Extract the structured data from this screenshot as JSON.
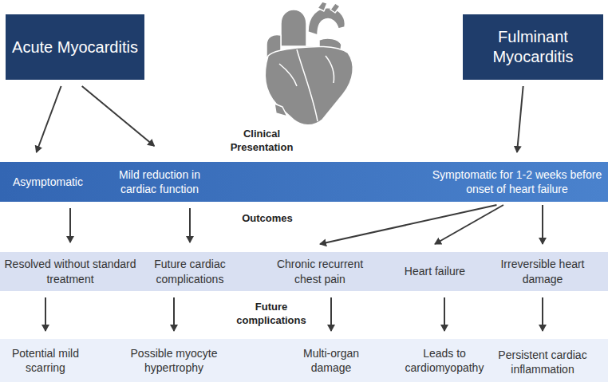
{
  "diagram": {
    "nodes": [
      {
        "text": [
          "Acute Myocarditis"
        ]
      },
      {
        "text": [
          "Fulminant Myocarditis"
        ]
      },
      {
        "text": [
          "Asymptomatic"
        ]
      },
      {
        "text": [
          "Mild reduction in cardiac function"
        ]
      },
      {
        "text": [
          "Symptomatic for 1-2 weeks before onset of heart failure"
        ]
      },
      {
        "text": [
          "Resolved without standard treatment"
        ]
      },
      {
        "text": [
          "Future cardiac complications"
        ]
      },
      {
        "text": [
          "Chronic recurrent chest pain"
        ]
      },
      {
        "text": [
          "Heart failure"
        ]
      },
      {
        "text": [
          "Irreversible heart damage"
        ]
      },
      {
        "text": [
          "Potential mild scarring"
        ]
      },
      {
        "text": [
          "Possible myocyte hypertrophy"
        ]
      },
      {
        "text": [
          "Multi-organ damage"
        ]
      },
      {
        "text": [
          "Leads to cardiomyopathy"
        ]
      },
      {
        "text": [
          "Persistent cardiac inflammation"
        ]
      }
    ],
    "edges": [
      {
        "from": 0,
        "to": 2,
        "arrow": "to"
      },
      {
        "from": 0,
        "to": 3,
        "arrow": "to"
      },
      {
        "from": 1,
        "to": 4,
        "arrow": "to"
      },
      {
        "from": 2,
        "to": 5,
        "arrow": "to"
      },
      {
        "from": 3,
        "to": 6,
        "arrow": "to"
      },
      {
        "from": 4,
        "to": 7,
        "arrow": "to"
      },
      {
        "from": 4,
        "to": 8,
        "arrow": "to"
      },
      {
        "from": 4,
        "to": 9,
        "arrow": "to"
      },
      {
        "from": 5,
        "to": 10,
        "arrow": "to"
      },
      {
        "from": 6,
        "to": 11,
        "arrow": "to"
      },
      {
        "from": 7,
        "to": 12,
        "arrow": "to"
      },
      {
        "from": 8,
        "to": 13,
        "arrow": "to"
      },
      {
        "from": 9,
        "to": 14,
        "arrow": "to"
      }
    ],
    "labels": [
      "Clinical Presentation",
      "Outcomes",
      "Future complications"
    ]
  }
}
